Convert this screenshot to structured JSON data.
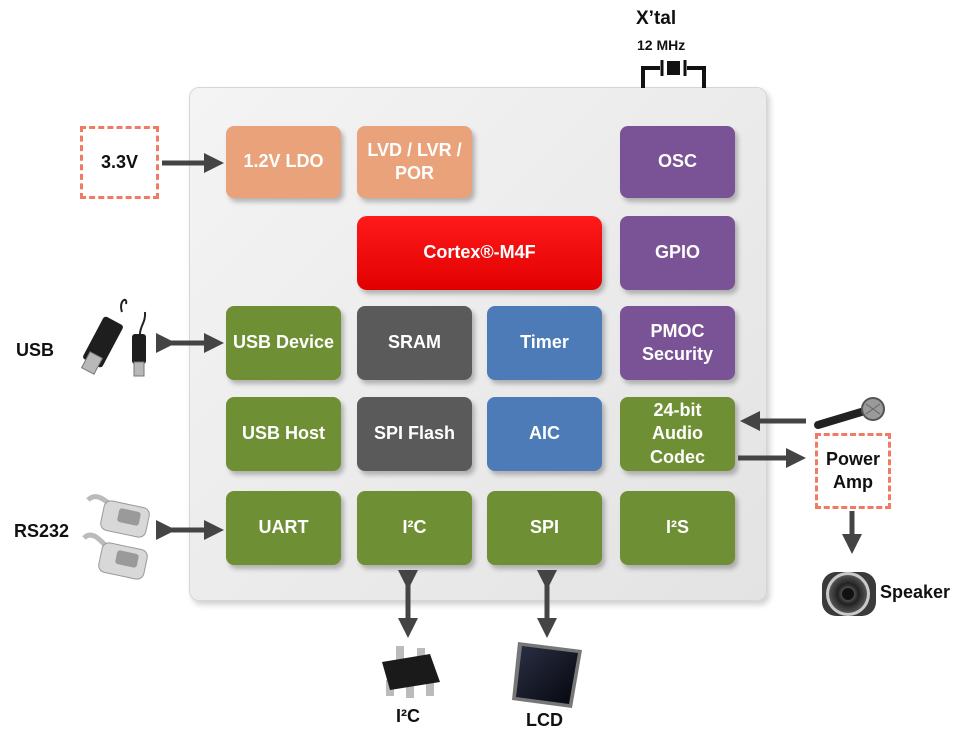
{
  "crystal": {
    "title": "X’tal",
    "freq": "12 MHz"
  },
  "power_input": "3.3V",
  "blocks": {
    "ldo": "1.2V LDO",
    "lvd": "LVD / LVR / POR",
    "osc": "OSC",
    "cpu": "Cortex®-M4F",
    "gpio": "GPIO",
    "usb_device": "USB Device",
    "sram": "SRAM",
    "timer": "Timer",
    "pmoc": "PMOC Security",
    "usb_host": "USB Host",
    "spi_flash": "SPI Flash",
    "aic": "AIC",
    "codec": "24-bit Audio Codec",
    "uart": "UART",
    "i2c": "I²C",
    "spi": "SPI",
    "i2s": "I²S"
  },
  "external": {
    "usb": "USB",
    "rs232": "RS232",
    "power_amp": "Power Amp",
    "speaker": "Speaker",
    "i2c_device": "I²C",
    "lcd": "LCD"
  },
  "colors": {
    "power": "#e9a27a",
    "system": "#7a5296",
    "interface": "#6e8f33",
    "memory": "#5a5a5a",
    "timing": "#4c7bb8",
    "cpu": "#ff0000",
    "external_dashed": "#f07a64"
  }
}
